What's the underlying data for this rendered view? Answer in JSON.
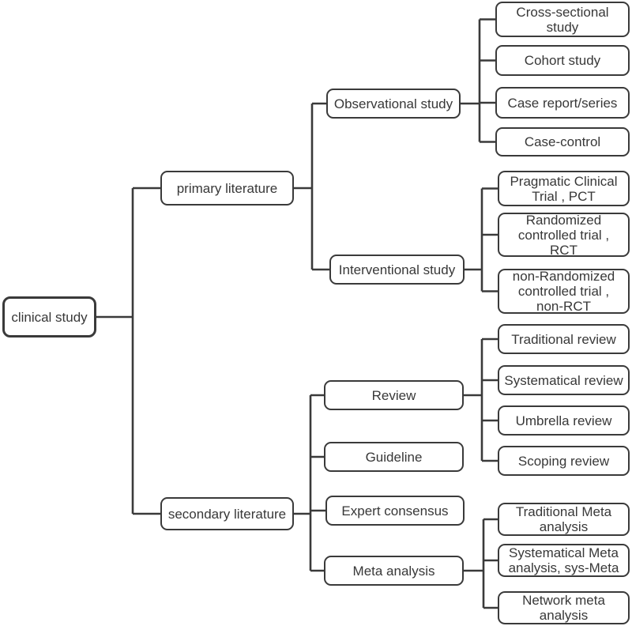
{
  "colors": {
    "line": "#3a3a3a",
    "box_border": "#3a3a3a",
    "box_background": "#ffffff",
    "text": "#383838",
    "page_background": "#ffffff"
  },
  "tree": {
    "label": "clinical study",
    "children": [
      {
        "label": "primary literature",
        "children": [
          {
            "label": "Observational study",
            "children": [
              {
                "label": "Cross-sectional\nstudy"
              },
              {
                "label": "Cohort study"
              },
              {
                "label": "Case report/series"
              },
              {
                "label": "Case-control"
              }
            ]
          },
          {
            "label": "Interventional study",
            "children": [
              {
                "label": "Pragmatic Clinical\nTrial , PCT"
              },
              {
                "label": "Randomized\ncontrolled trial ,\nRCT"
              },
              {
                "label": "non-Randomized\ncontrolled trial ,\nnon-RCT"
              }
            ]
          }
        ]
      },
      {
        "label": "secondary literature",
        "children": [
          {
            "label": "Review",
            "children": [
              {
                "label": "Traditional review"
              },
              {
                "label": "Systematical review"
              },
              {
                "label": "Umbrella review"
              },
              {
                "label": "Scoping review"
              }
            ]
          },
          {
            "label": "Guideline"
          },
          {
            "label": "Expert consensus"
          },
          {
            "label": "Meta analysis",
            "children": [
              {
                "label": "Traditional Meta\nanalysis"
              },
              {
                "label": "Systematical Meta\nanalysis, sys-Meta"
              },
              {
                "label": "Network meta\nanalysis"
              }
            ]
          }
        ]
      }
    ]
  }
}
